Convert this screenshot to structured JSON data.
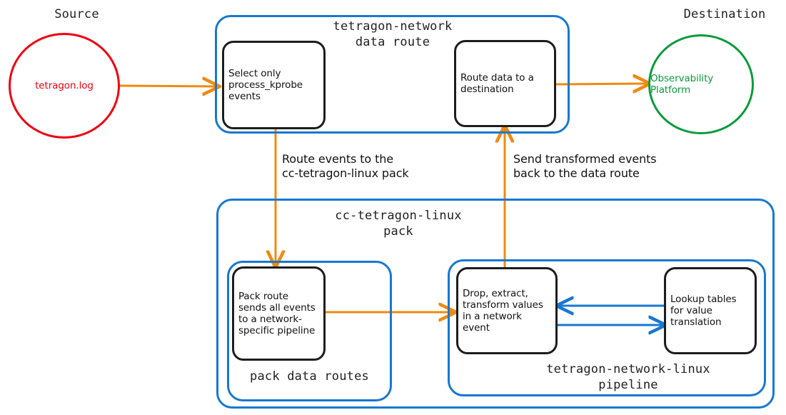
{
  "diagram": {
    "title": "tetragon-network data route to cc-tetragon-linux pack flow",
    "colors": {
      "orange_arrow": "#f08a10",
      "blue_arrow": "#1878d0",
      "blue_container": "#1878d0",
      "black_node": "#1d1d1d",
      "source_red": "#ee0011",
      "destination_green": "#0a9a3c",
      "background": "#ffffff"
    }
  },
  "source": {
    "label": "Source",
    "node_text": "tetragon.log"
  },
  "destination": {
    "label": "Destination",
    "node_text": "Observability\nPlatform"
  },
  "data_route_group": {
    "title": "tetragon-network\ndata route",
    "nodes": {
      "select": "Select only\nprocess_kprobe\nevents",
      "route": "Route data to\na destination"
    }
  },
  "pack_group": {
    "title": "cc-tetragon-linux\npack",
    "pack_routes_group": {
      "title": "pack data routes",
      "nodes": {
        "pack_route": "Pack route\nsends all\nevents to a\nnetwork-specific\npipeline"
      }
    },
    "pipeline_group": {
      "title": "tetragon-network-linux\npipeline",
      "nodes": {
        "transform": "Drop, extract,\ntransform\nvalues in a\nnetwork event",
        "lookup": "Lookup tables\nfor value\ntranslation"
      }
    }
  },
  "edge_labels": {
    "down_to_pack": "Route events to the\ncc-tetragon-linux pack",
    "up_to_route": "Send transformed events\nback to the data route"
  }
}
